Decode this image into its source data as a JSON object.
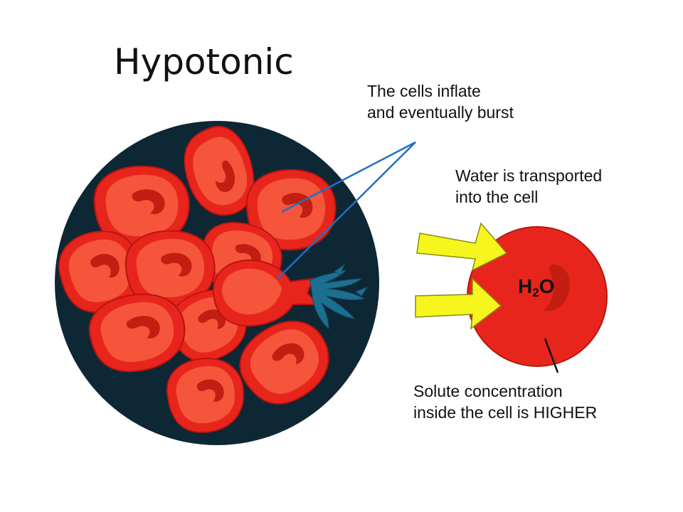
{
  "title": "Hypotonic",
  "annotations": {
    "burst": [
      "The cells inflate",
      "and eventually burst"
    ],
    "water": [
      "Water is transported",
      "into the cell"
    ],
    "solute": [
      "Solute concentration",
      "inside the cell is HIGHER"
    ]
  },
  "molecule": {
    "main": "H",
    "subscript": "2",
    "tail": "O"
  },
  "colors": {
    "background_circle": "#0e2735",
    "cell_red": "#e8251c",
    "cell_light": "#f5553a",
    "cell_dark": "#b8150f",
    "arrow_yellow": "#f6f61e",
    "pointer_blue": "#1f6fc8",
    "burst_blue": "#1d6f92"
  },
  "icons": [
    "red-blood-cell-icon",
    "arrow-right-icon",
    "burst-splash-icon"
  ]
}
